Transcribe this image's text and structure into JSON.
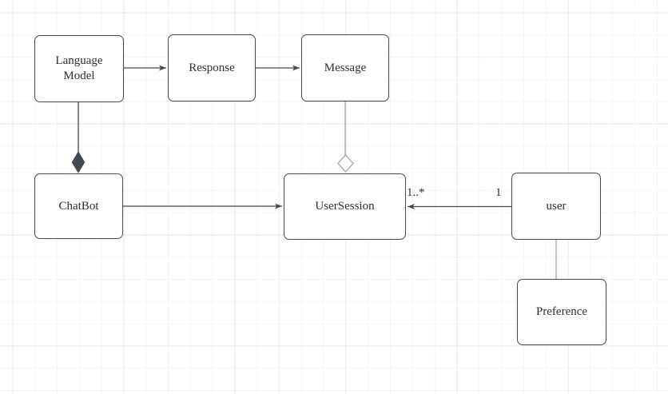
{
  "diagram": {
    "nodes": {
      "language_model": {
        "label": "Language Model"
      },
      "response": {
        "label": "Response"
      },
      "message": {
        "label": "Message"
      },
      "chatbot": {
        "label": "ChatBot"
      },
      "user_session": {
        "label": "UserSession"
      },
      "user": {
        "label": "user"
      },
      "preference": {
        "label": "Preference"
      }
    },
    "edges": {
      "language_model_to_response": {
        "source": "Language Model",
        "target": "Response",
        "type": "directed-association"
      },
      "response_to_message": {
        "source": "Response",
        "target": "Message",
        "type": "directed-association"
      },
      "language_model_to_chatbot": {
        "source": "Language Model",
        "target": "ChatBot",
        "type": "composition"
      },
      "message_to_user_session": {
        "source": "Message",
        "target": "UserSession",
        "type": "aggregation"
      },
      "chatbot_to_user_session": {
        "source": "ChatBot",
        "target": "UserSession",
        "type": "directed-association"
      },
      "user_to_user_session": {
        "source": "user",
        "target": "UserSession",
        "type": "directed-association",
        "source_multiplicity": "1",
        "target_multiplicity": "1..*"
      },
      "user_to_preference": {
        "source": "user",
        "target": "Preference",
        "type": "association"
      }
    },
    "colors": {
      "stroke_dark": "#3f4a55",
      "stroke_gray": "#a0a4a8",
      "node_fill": "#ffffff",
      "text": "#2a2f36",
      "grid_minor": "#f4f4f4",
      "grid_major": "#e7e7e7",
      "background": "#ffffff"
    }
  }
}
